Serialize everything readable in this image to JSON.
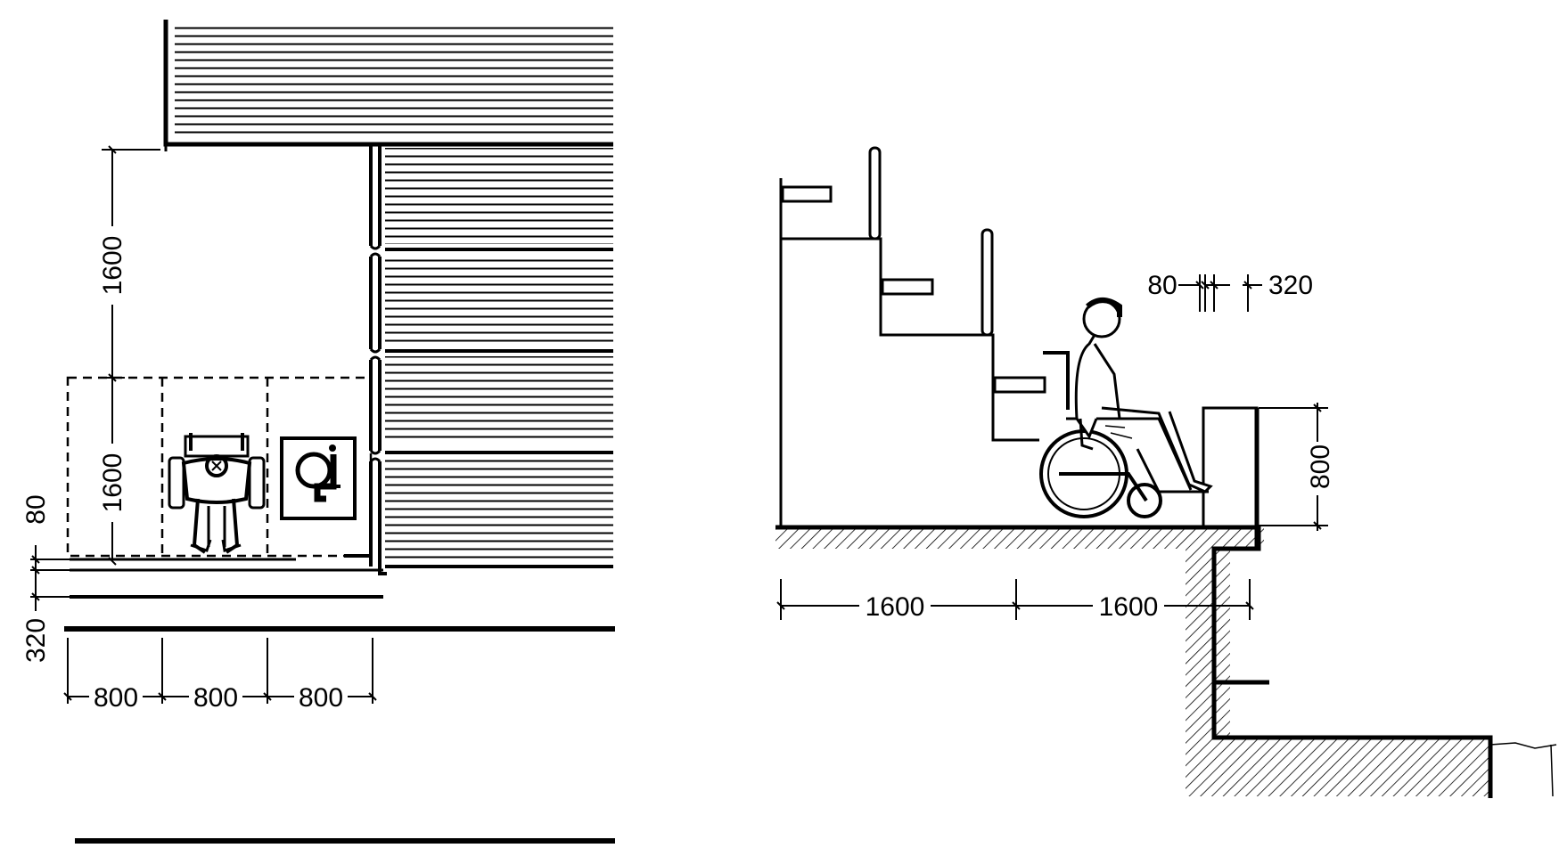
{
  "plan_view": {
    "dimensions": {
      "depth_upper": "1600",
      "depth_lower": "1600",
      "rail_80": "80",
      "front_320": "320",
      "width_a": "800",
      "width_b": "800",
      "width_c": "800"
    },
    "icons": [
      "wheelchair-user-top-view-icon",
      "accessibility-symbol-icon"
    ]
  },
  "section_view": {
    "dimensions": {
      "gap_80": "80",
      "edge_320": "320",
      "parapet_800": "800",
      "floor_a": "1600",
      "floor_b": "1600"
    },
    "icons": [
      "wheelchair-user-side-view-icon"
    ]
  },
  "colors": {
    "ink": "#000000",
    "paper": "#ffffff"
  }
}
